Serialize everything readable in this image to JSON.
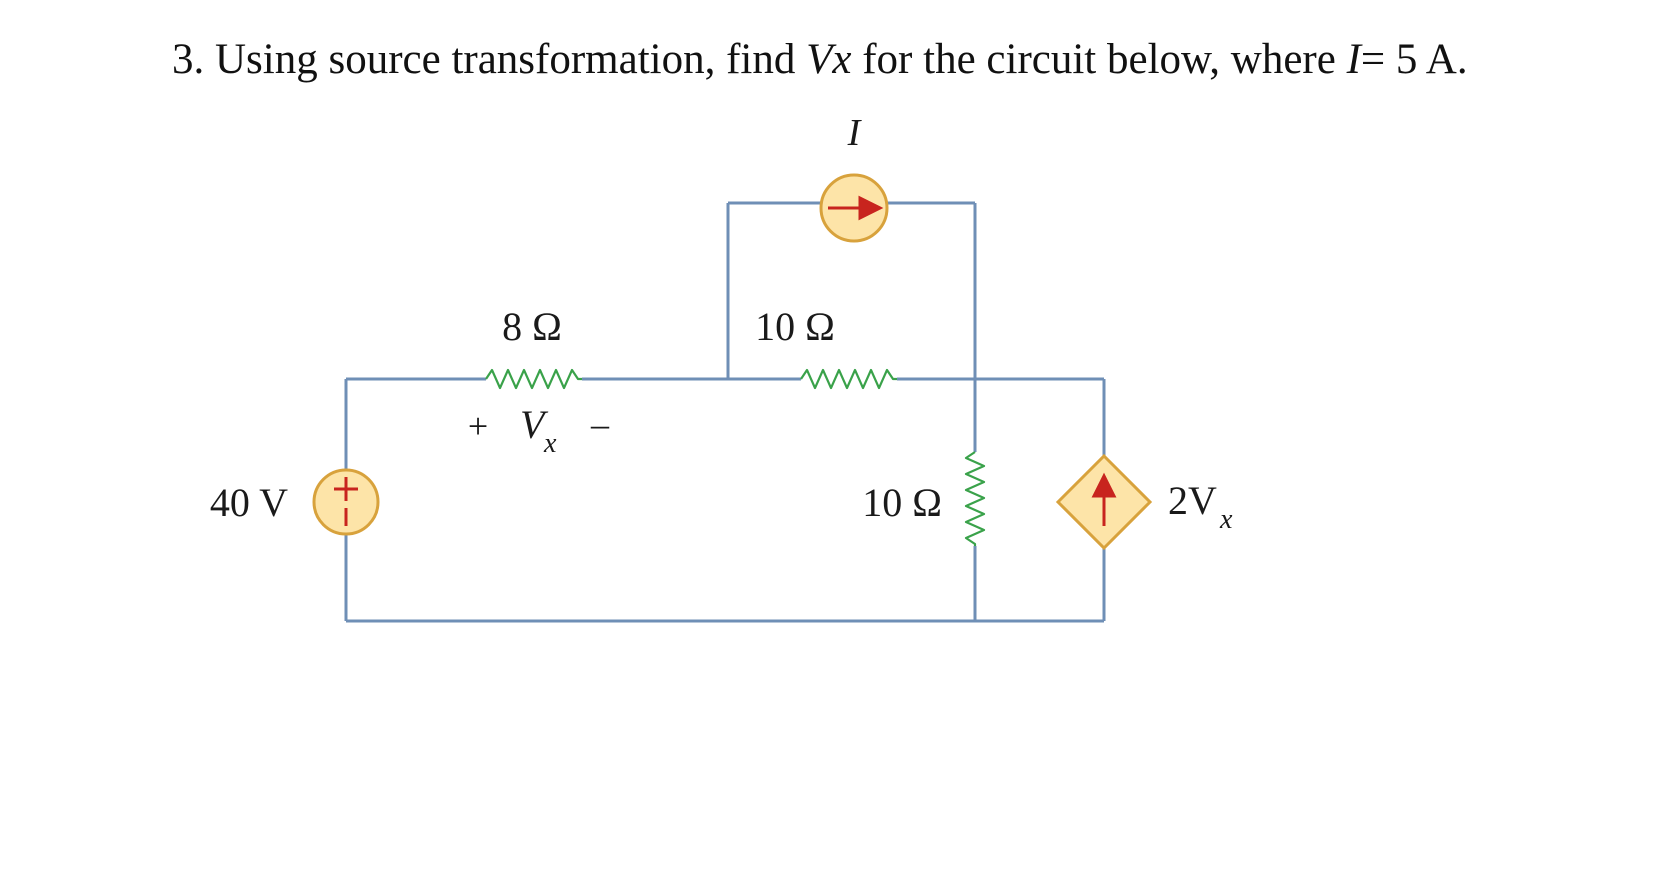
{
  "question": {
    "number": "3.",
    "text_before": "Using source transformation, find",
    "variable": "Vx",
    "text_middle": "for the circuit below, where",
    "current_symbol": "I",
    "equals_value": "= 5 A."
  },
  "circuit": {
    "current_source_label": "I",
    "resistor_8_label": "8 Ω",
    "resistor_10_top_label": "10 Ω",
    "resistor_10_vertical_label": "10 Ω",
    "voltage_source_label": "40 V",
    "vx_plus": "+",
    "vx_symbol": "V",
    "vx_subscript": "x",
    "vx_minus": "–",
    "dependent_source_coef": "2V",
    "dependent_source_subscript": "x",
    "colors": {
      "wire": "#6f8fb6",
      "resistor": "#3aa24a",
      "source_fill": "#fde4a8",
      "source_stroke": "#d8a23c",
      "arrow": "#c8241e"
    }
  }
}
